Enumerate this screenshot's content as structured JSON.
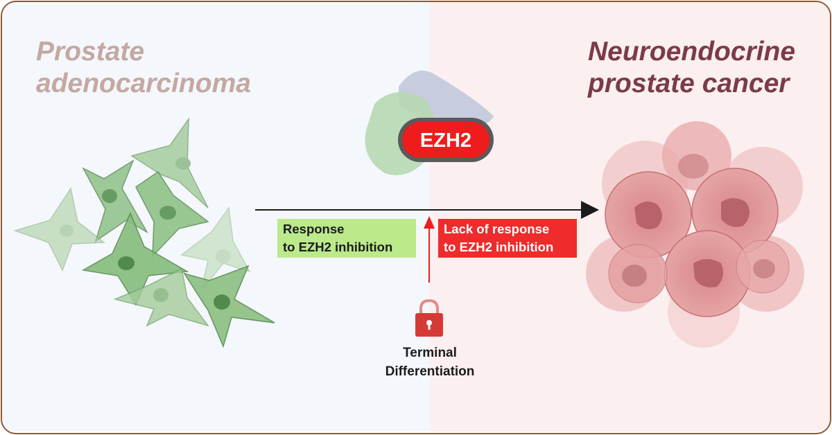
{
  "left_state": {
    "title_line1": "Prostate",
    "title_line2": "adenocarcinoma",
    "title_color": "#c4a8a2",
    "background_color": "#f4f7fb"
  },
  "right_state": {
    "title_line1": "Neuroendocrine",
    "title_line2": "prostate cancer",
    "title_color": "#7b3b48",
    "background_color": "#fcefef"
  },
  "center": {
    "protein_label": "EZH2",
    "protein_color": "#ee1c1c",
    "response_label_line1": "Response",
    "response_label_line2": "to EZH2 inhibition",
    "response_color": "#bce98a",
    "lack_label_line1": "Lack of response",
    "lack_label_line2": "to EZH2 inhibition",
    "lack_color": "#ef2b2b",
    "lock_label_line1": "Terminal",
    "lock_label_line2": "Differentiation",
    "lock_icon": "lock-icon"
  },
  "frame_color": "#8a5a33"
}
